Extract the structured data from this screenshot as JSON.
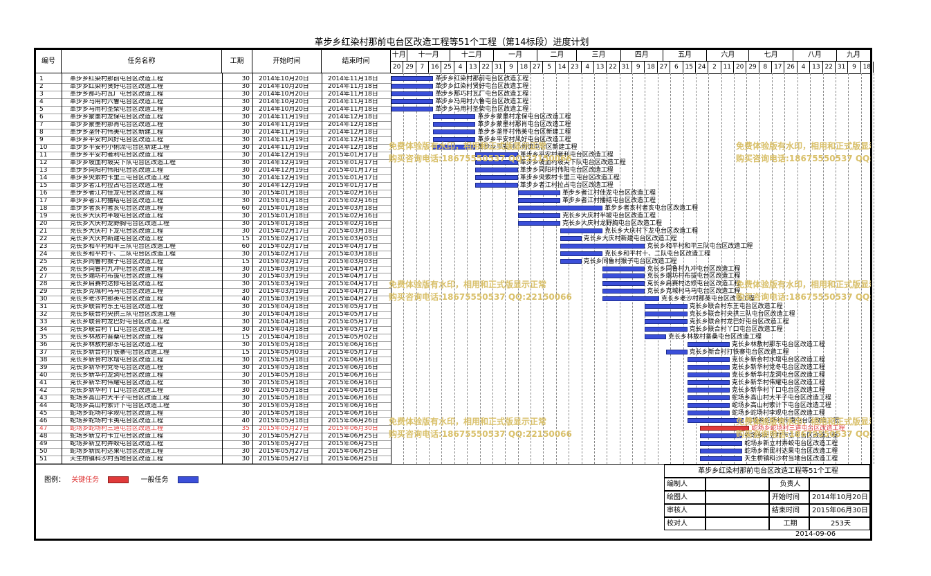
{
  "title": "革步乡红染村那前屯台区改造工程等51个工程（第14标段）进度计划",
  "headers": {
    "no": "编号",
    "name": "任务名称",
    "dur": "工期",
    "start": "开始时间",
    "end": "结束时间"
  },
  "months": [
    "十月",
    "十一月",
    "十二月",
    "一月",
    "二月",
    "三月",
    "四月",
    "五月",
    "六月",
    "七月",
    "八月",
    "九月"
  ],
  "days": [
    "20",
    "29",
    "7",
    "16",
    "25",
    "4",
    "13",
    "22",
    "31",
    "9",
    "18",
    "27",
    "5",
    "14",
    "23",
    "4",
    "13",
    "22",
    "31",
    "9",
    "18",
    "27",
    "6",
    "15",
    "24",
    "2",
    "11",
    "20",
    "29",
    "8",
    "17",
    "26",
    "4",
    "13",
    "22",
    "31",
    "9",
    "18"
  ],
  "tasks": [
    {
      "no": "1",
      "name": "革步乡红染村那前屯台区改造工程",
      "dur": "30",
      "start": "2014年10月20日",
      "end": "2014年11月18日",
      "crit": false
    },
    {
      "no": "2",
      "name": "革步乡红染村贤好屯台区改造工程",
      "dur": "30",
      "start": "2014年10月20日",
      "end": "2014年11月18日",
      "crit": false
    },
    {
      "no": "3",
      "name": "革步乡那巧村瓦厂屯台区改造工程",
      "dur": "30",
      "start": "2014年10月20日",
      "end": "2014年11月18日",
      "crit": false
    },
    {
      "no": "4",
      "name": "革步乡马用村六鲁屯台区改造工程",
      "dur": "30",
      "start": "2014年10月20日",
      "end": "2014年11月18日",
      "crit": false
    },
    {
      "no": "5",
      "name": "革步乡马用村圣柴屯台区改造工程",
      "dur": "30",
      "start": "2014年10月20日",
      "end": "2014年11月18日",
      "crit": false
    },
    {
      "no": "6",
      "name": "革步乡蒙墨村龙保屯台区改造工程",
      "dur": "30",
      "start": "2014年11月19日",
      "end": "2014年12月18日",
      "crit": false
    },
    {
      "no": "7",
      "name": "革步乡蒙墨村那肖屯台区改造工程",
      "dur": "30",
      "start": "2014年11月19日",
      "end": "2014年12月18日",
      "crit": false
    },
    {
      "no": "8",
      "name": "革步乡垄怀村伟美屯台区新建工程",
      "dur": "30",
      "start": "2014年11月19日",
      "end": "2014年12月18日",
      "crit": false
    },
    {
      "no": "9",
      "name": "革步乡平安村风好屯台区改造工程",
      "dur": "30",
      "start": "2014年11月19日",
      "end": "2014年12月18日",
      "crit": false
    },
    {
      "no": "10",
      "name": "革步乡平安村小俐流屯台区新建工程",
      "dur": "30",
      "start": "2014年11月19日",
      "end": "2014年12月18日",
      "crit": false
    },
    {
      "no": "11",
      "name": "革步乡平安村者利屯台区改造工程",
      "dur": "30",
      "start": "2014年12月19日",
      "end": "2015年01月17日",
      "crit": false
    },
    {
      "no": "12",
      "name": "革步乡坡血村坡尖下队屯台区改造工程",
      "dur": "30",
      "start": "2014年12月19日",
      "end": "2015年01月17日",
      "crit": false
    },
    {
      "no": "13",
      "name": "革步乡同阳村伟阳屯台区改造工程",
      "dur": "30",
      "start": "2014年12月19日",
      "end": "2015年01月17日",
      "crit": false
    },
    {
      "no": "14",
      "name": "革步乡央索村卡里三屯台区改造工程",
      "dur": "30",
      "start": "2014年12月19日",
      "end": "2015年01月17日",
      "crit": false
    },
    {
      "no": "15",
      "name": "革步乡者江村拉占屯台区改造工程",
      "dur": "30",
      "start": "2014年12月19日",
      "end": "2015年01月17日",
      "crit": false
    },
    {
      "no": "16",
      "name": "革步乡者江村佳龙屯台区改造工程",
      "dur": "30",
      "start": "2015年01月18日",
      "end": "2015年02月16日",
      "crit": false
    },
    {
      "no": "17",
      "name": "革步乡者江村播结屯台区改造工程",
      "dur": "30",
      "start": "2015年01月18日",
      "end": "2015年02月16日",
      "crit": false
    },
    {
      "no": "18",
      "name": "革步乡者亥村者亥屯台区改造工程",
      "dur": "60",
      "start": "2015年01月18日",
      "end": "2015年03月18日",
      "crit": false
    },
    {
      "no": "19",
      "name": "克长乡大庆村半坡屯台区改造工程",
      "dur": "30",
      "start": "2015年01月18日",
      "end": "2015年02月16日",
      "crit": false
    },
    {
      "no": "20",
      "name": "克长乡大庆村龙野胸屯台区改造工程",
      "dur": "30",
      "start": "2015年01月18日",
      "end": "2015年02月16日",
      "crit": false
    },
    {
      "no": "21",
      "name": "克长乡大庆村下龙屯台区改造工程",
      "dur": "30",
      "start": "2015年02月17日",
      "end": "2015年03月18日",
      "crit": false
    },
    {
      "no": "22",
      "name": "克长乡大庆村新建屯台区改造工程",
      "dur": "15",
      "start": "2015年02月17日",
      "end": "2015年03月03日",
      "crit": false
    },
    {
      "no": "23",
      "name": "克长乡和平村和平三队屯台区改造工程",
      "dur": "60",
      "start": "2015年02月17日",
      "end": "2015年04月17日",
      "crit": false
    },
    {
      "no": "24",
      "name": "克长乡和平村十、二队屯台区改造工程",
      "dur": "30",
      "start": "2015年02月17日",
      "end": "2015年03月18日",
      "crit": false
    },
    {
      "no": "25",
      "name": "克长乡同鲁村猴子屯台区改造工程",
      "dur": "15",
      "start": "2015年02月17日",
      "end": "2015年03月03日",
      "crit": false
    },
    {
      "no": "26",
      "name": "克长乡同鲁村九冲屯台区改造工程",
      "dur": "30",
      "start": "2015年03月19日",
      "end": "2015年04月17日",
      "crit": false
    },
    {
      "no": "27",
      "name": "克长乡端坊村布拔屯台区改造工程",
      "dur": "30",
      "start": "2015年03月19日",
      "end": "2015年04月17日",
      "crit": false
    },
    {
      "no": "28",
      "name": "克长乡启赛村达修屯台区改造工程",
      "dur": "30",
      "start": "2015年03月19日",
      "end": "2015年04月17日",
      "crit": false
    },
    {
      "no": "29",
      "name": "克长乡克城村马马屯台区改造工程",
      "dur": "30",
      "start": "2015年03月19日",
      "end": "2015年04月17日",
      "crit": false
    },
    {
      "no": "30",
      "name": "克长乡老沙村那英屯台区改造工程",
      "dur": "40",
      "start": "2015年03月19日",
      "end": "2015年04月27日",
      "crit": false
    },
    {
      "no": "31",
      "name": "克长乡联合村东王屯台区改造工程",
      "dur": "30",
      "start": "2015年04月18日",
      "end": "2015年05月17日",
      "crit": false
    },
    {
      "no": "32",
      "name": "克长乡联合村央拱三队屯台区改造工程",
      "dur": "30",
      "start": "2015年04月18日",
      "end": "2015年05月17日",
      "crit": false
    },
    {
      "no": "33",
      "name": "克长乡联合村龙巴好屯台区改造工程",
      "dur": "30",
      "start": "2015年04月18日",
      "end": "2015年05月17日",
      "crit": false
    },
    {
      "no": "34",
      "name": "克长乡联合村丫口屯台区改造工程",
      "dur": "30",
      "start": "2015年04月18日",
      "end": "2015年05月17日",
      "crit": false
    },
    {
      "no": "35",
      "name": "克长乡林敖村普桑屯台区改造工程",
      "dur": "15",
      "start": "2015年04月18日",
      "end": "2015年05月02日",
      "crit": false
    },
    {
      "no": "36",
      "name": "克长乡林敖村那东屯台区改造工程",
      "dur": "30",
      "start": "2015年05月18日",
      "end": "2015年06月16日",
      "crit": false
    },
    {
      "no": "37",
      "name": "克长乡新合村打铁寨屯台区改造工程",
      "dur": "15",
      "start": "2015年05月03日",
      "end": "2015年05月17日",
      "crit": false
    },
    {
      "no": "38",
      "name": "克长乡新合村水增屯台区改造工程",
      "dur": "30",
      "start": "2015年05月18日",
      "end": "2015年06月16日",
      "crit": false
    },
    {
      "no": "39",
      "name": "克长乡新华村党冬屯台区改造工程",
      "dur": "30",
      "start": "2015年05月18日",
      "end": "2015年06月16日",
      "crit": false
    },
    {
      "no": "40",
      "name": "克长乡新华村龙洞屯台区改造工程",
      "dur": "30",
      "start": "2015年05月18日",
      "end": "2015年06月16日",
      "crit": false
    },
    {
      "no": "41",
      "name": "克长乡新华村伟耀屯台区改造工程",
      "dur": "30",
      "start": "2015年05月18日",
      "end": "2015年06月16日",
      "crit": false
    },
    {
      "no": "42",
      "name": "克长乡新华村丫口屯台区改造工程",
      "dur": "30",
      "start": "2015年05月18日",
      "end": "2015年06月16日",
      "crit": false
    },
    {
      "no": "43",
      "name": "蛇场乡高山村大平子屯台区改造工程",
      "dur": "30",
      "start": "2015年05月18日",
      "end": "2015年06月16日",
      "crit": false
    },
    {
      "no": "44",
      "name": "蛇场乡高山村索计下屯台区改造工程",
      "dur": "30",
      "start": "2015年05月18日",
      "end": "2015年06月16日",
      "crit": false
    },
    {
      "no": "45",
      "name": "蛇场乡蛇场村李观屯台区改造工程",
      "dur": "30",
      "start": "2015年05月18日",
      "end": "2015年06月16日",
      "crit": false
    },
    {
      "no": "46",
      "name": "蛇场乡蛇场村卡夷屯台区改造工程",
      "dur": "40",
      "start": "2015年05月18日",
      "end": "2015年06月26日",
      "crit": false
    },
    {
      "no": "47",
      "name": "蛇场乡蛇场村三道屯台区改造工程",
      "dur": "35",
      "start": "2015年05月27日",
      "end": "2015年06月30日",
      "crit": true
    },
    {
      "no": "48",
      "name": "蛇场乡新立村卡立屯台区改造工程",
      "dur": "30",
      "start": "2015年05月27日",
      "end": "2015年06月25日",
      "crit": false
    },
    {
      "no": "49",
      "name": "蛇场乡新立村弄蛟屯台区改造工程",
      "dur": "30",
      "start": "2015年05月27日",
      "end": "2015年06月25日",
      "crit": false
    },
    {
      "no": "50",
      "name": "蛇场乡新民村达果屯台区改造工程",
      "dur": "30",
      "start": "2015年05月27日",
      "end": "2015年06月25日",
      "crit": false
    },
    {
      "no": "51",
      "name": "天生桥镇科沙村当地台区改造工程",
      "dur": "30",
      "start": "2015年05月27日",
      "end": "2015年06月25日",
      "crit": false
    }
  ],
  "legend": {
    "label": "图例：",
    "critical": "关键任务",
    "normal": "一般任务"
  },
  "watermark": {
    "line1": "免费体验版有水印，相用和正式版显示正常",
    "line2": "购买咨询电话:18675550537 QQ:22150066"
  },
  "info": {
    "project": "革步乡红染村那前屯台区改造工程等51个工程",
    "editor_label": "编制人",
    "owner_label": "负责人",
    "drawer_label": "绘图人",
    "start_label": "开始时间",
    "start_value": "2014年10月20日",
    "reviewer_label": "审核人",
    "end_label": "结束时间",
    "end_value": "2015年06月30日",
    "checker_label": "校对人",
    "dur_label": "工期",
    "dur_value": "253天",
    "date": "2014-09-06"
  },
  "colors": {
    "normal": "#3b4fd9",
    "critical": "#e03a3a",
    "watermark": "#d9c06a"
  }
}
